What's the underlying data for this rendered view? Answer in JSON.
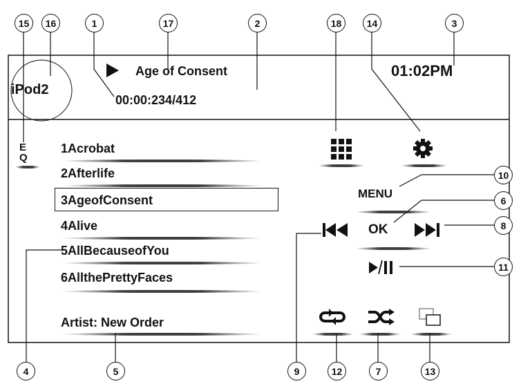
{
  "header": {
    "source": "iPod2",
    "title": "Age of Consent",
    "time_counter": "00:00:234/412",
    "clock": "01:02PM"
  },
  "eq": {
    "label_top": "E",
    "label_bottom": "Q"
  },
  "tracks": [
    "1Acrobat",
    "2Afterlife",
    "3AgeofConsent",
    "4Alive",
    "5AllBecauseofYou",
    "6AllthePrettyFaces"
  ],
  "selected_track_index": 2,
  "artist": "Artist: New Order",
  "controls": {
    "menu_label": "MENU",
    "ok_label": "OK"
  },
  "icons": {
    "play": "play-icon",
    "grid": "grid-icon",
    "settings": "gear-icon",
    "prev": "skip-back-icon",
    "next": "skip-forward-icon",
    "play_pause": "play-pause-icon",
    "repeat": "repeat-icon",
    "shuffle": "shuffle-icon",
    "window": "window-icon"
  },
  "callouts": {
    "n1": "1",
    "n2": "2",
    "n3": "3",
    "n4": "4",
    "n5": "5",
    "n6": "6",
    "n7": "7",
    "n8": "8",
    "n9": "9",
    "n10": "10",
    "n11": "11",
    "n12": "12",
    "n13": "13",
    "n14": "14",
    "n15": "15",
    "n16": "16",
    "n17": "17",
    "n18": "18"
  }
}
